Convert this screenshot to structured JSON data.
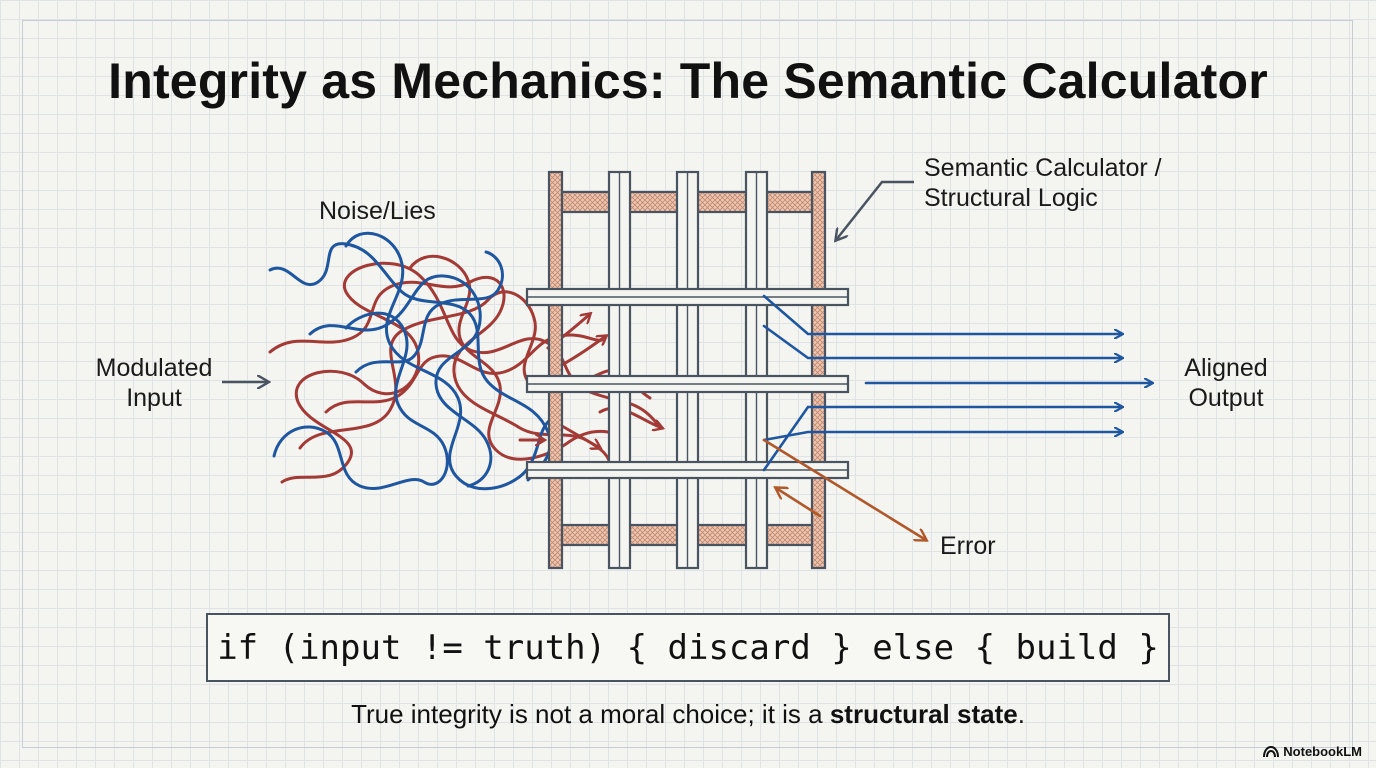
{
  "title": "Integrity as Mechanics: The Semantic Calculator",
  "labels": {
    "noise": "Noise/Lies",
    "input_line1": "Modulated",
    "input_line2": "Input",
    "calculator_line1": "Semantic Calculator /",
    "calculator_line2": "Structural Logic",
    "output_line1": "Aligned",
    "output_line2": "Output",
    "error": "Error"
  },
  "code": "if (input != truth) { discard } else { build }",
  "caption": {
    "prefix": "True integrity is not a moral choice; it is a ",
    "emphasis": "structural state",
    "suffix": "."
  },
  "brand": "NotebookLM",
  "icons": [
    "arrow-right-icon",
    "arrow-pointer-icon",
    "notebooklm-logo-icon"
  ],
  "colors": {
    "blue": "#1f56a0",
    "red": "#a43a36",
    "orange": "#b0582a",
    "frame": "#4a5460",
    "crosshatch": "#d9a88e"
  }
}
